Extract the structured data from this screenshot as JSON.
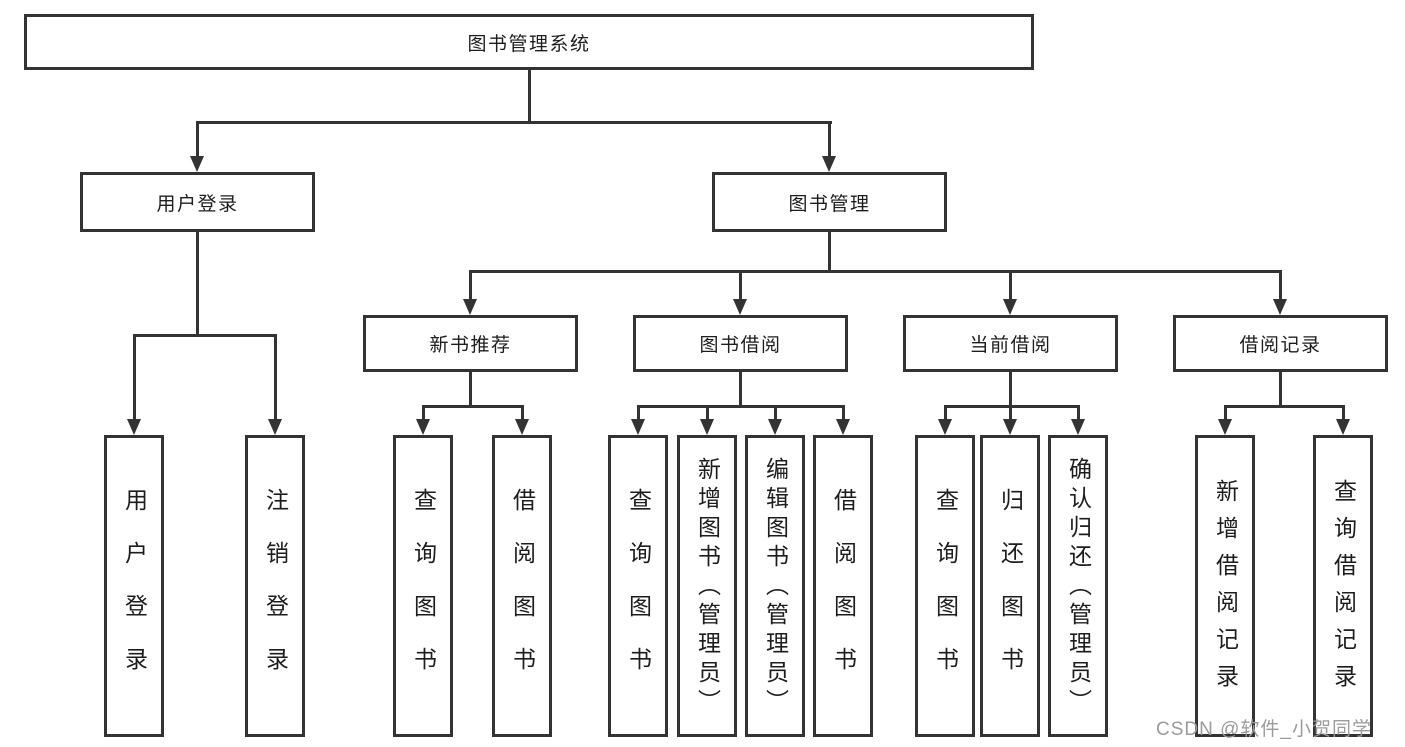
{
  "diagram": {
    "title": "图书管理系统",
    "root": {
      "label": "图书管理系统"
    },
    "level2": [
      {
        "label": "用户登录"
      },
      {
        "label": "图书管理"
      }
    ],
    "level3": [
      {
        "label": "新书推荐",
        "parent": "图书管理"
      },
      {
        "label": "图书借阅",
        "parent": "图书管理"
      },
      {
        "label": "当前借阅",
        "parent": "图书管理"
      },
      {
        "label": "借阅记录",
        "parent": "图书管理"
      }
    ],
    "columns": [
      {
        "label": "用户登录",
        "parent": "用户登录"
      },
      {
        "label": "注销登录",
        "parent": "用户登录"
      },
      {
        "label": "查询图书",
        "parent": "新书推荐"
      },
      {
        "label": "借阅图书",
        "parent": "新书推荐"
      },
      {
        "label": "查询图书",
        "parent": "图书借阅"
      },
      {
        "label": "新增图书（管理员）",
        "parent": "图书借阅"
      },
      {
        "label": "编辑图书（管理员）",
        "parent": "图书借阅"
      },
      {
        "label": "借阅图书",
        "parent": "图书借阅"
      },
      {
        "label": "查询图书",
        "parent": "当前借阅"
      },
      {
        "label": "归还图书",
        "parent": "当前借阅"
      },
      {
        "label": "确认归还（管理员）",
        "parent": "当前借阅"
      },
      {
        "label": "新增借阅记录",
        "parent": "借阅记录"
      },
      {
        "label": "查询借阅记录",
        "parent": "借阅记录"
      }
    ],
    "watermark": "CSDN @软件_小贺同学",
    "colors": {
      "line": "#333333",
      "text": "#1d1d1d",
      "watermark": "#9b9b9b",
      "background": "#ffffff"
    }
  }
}
